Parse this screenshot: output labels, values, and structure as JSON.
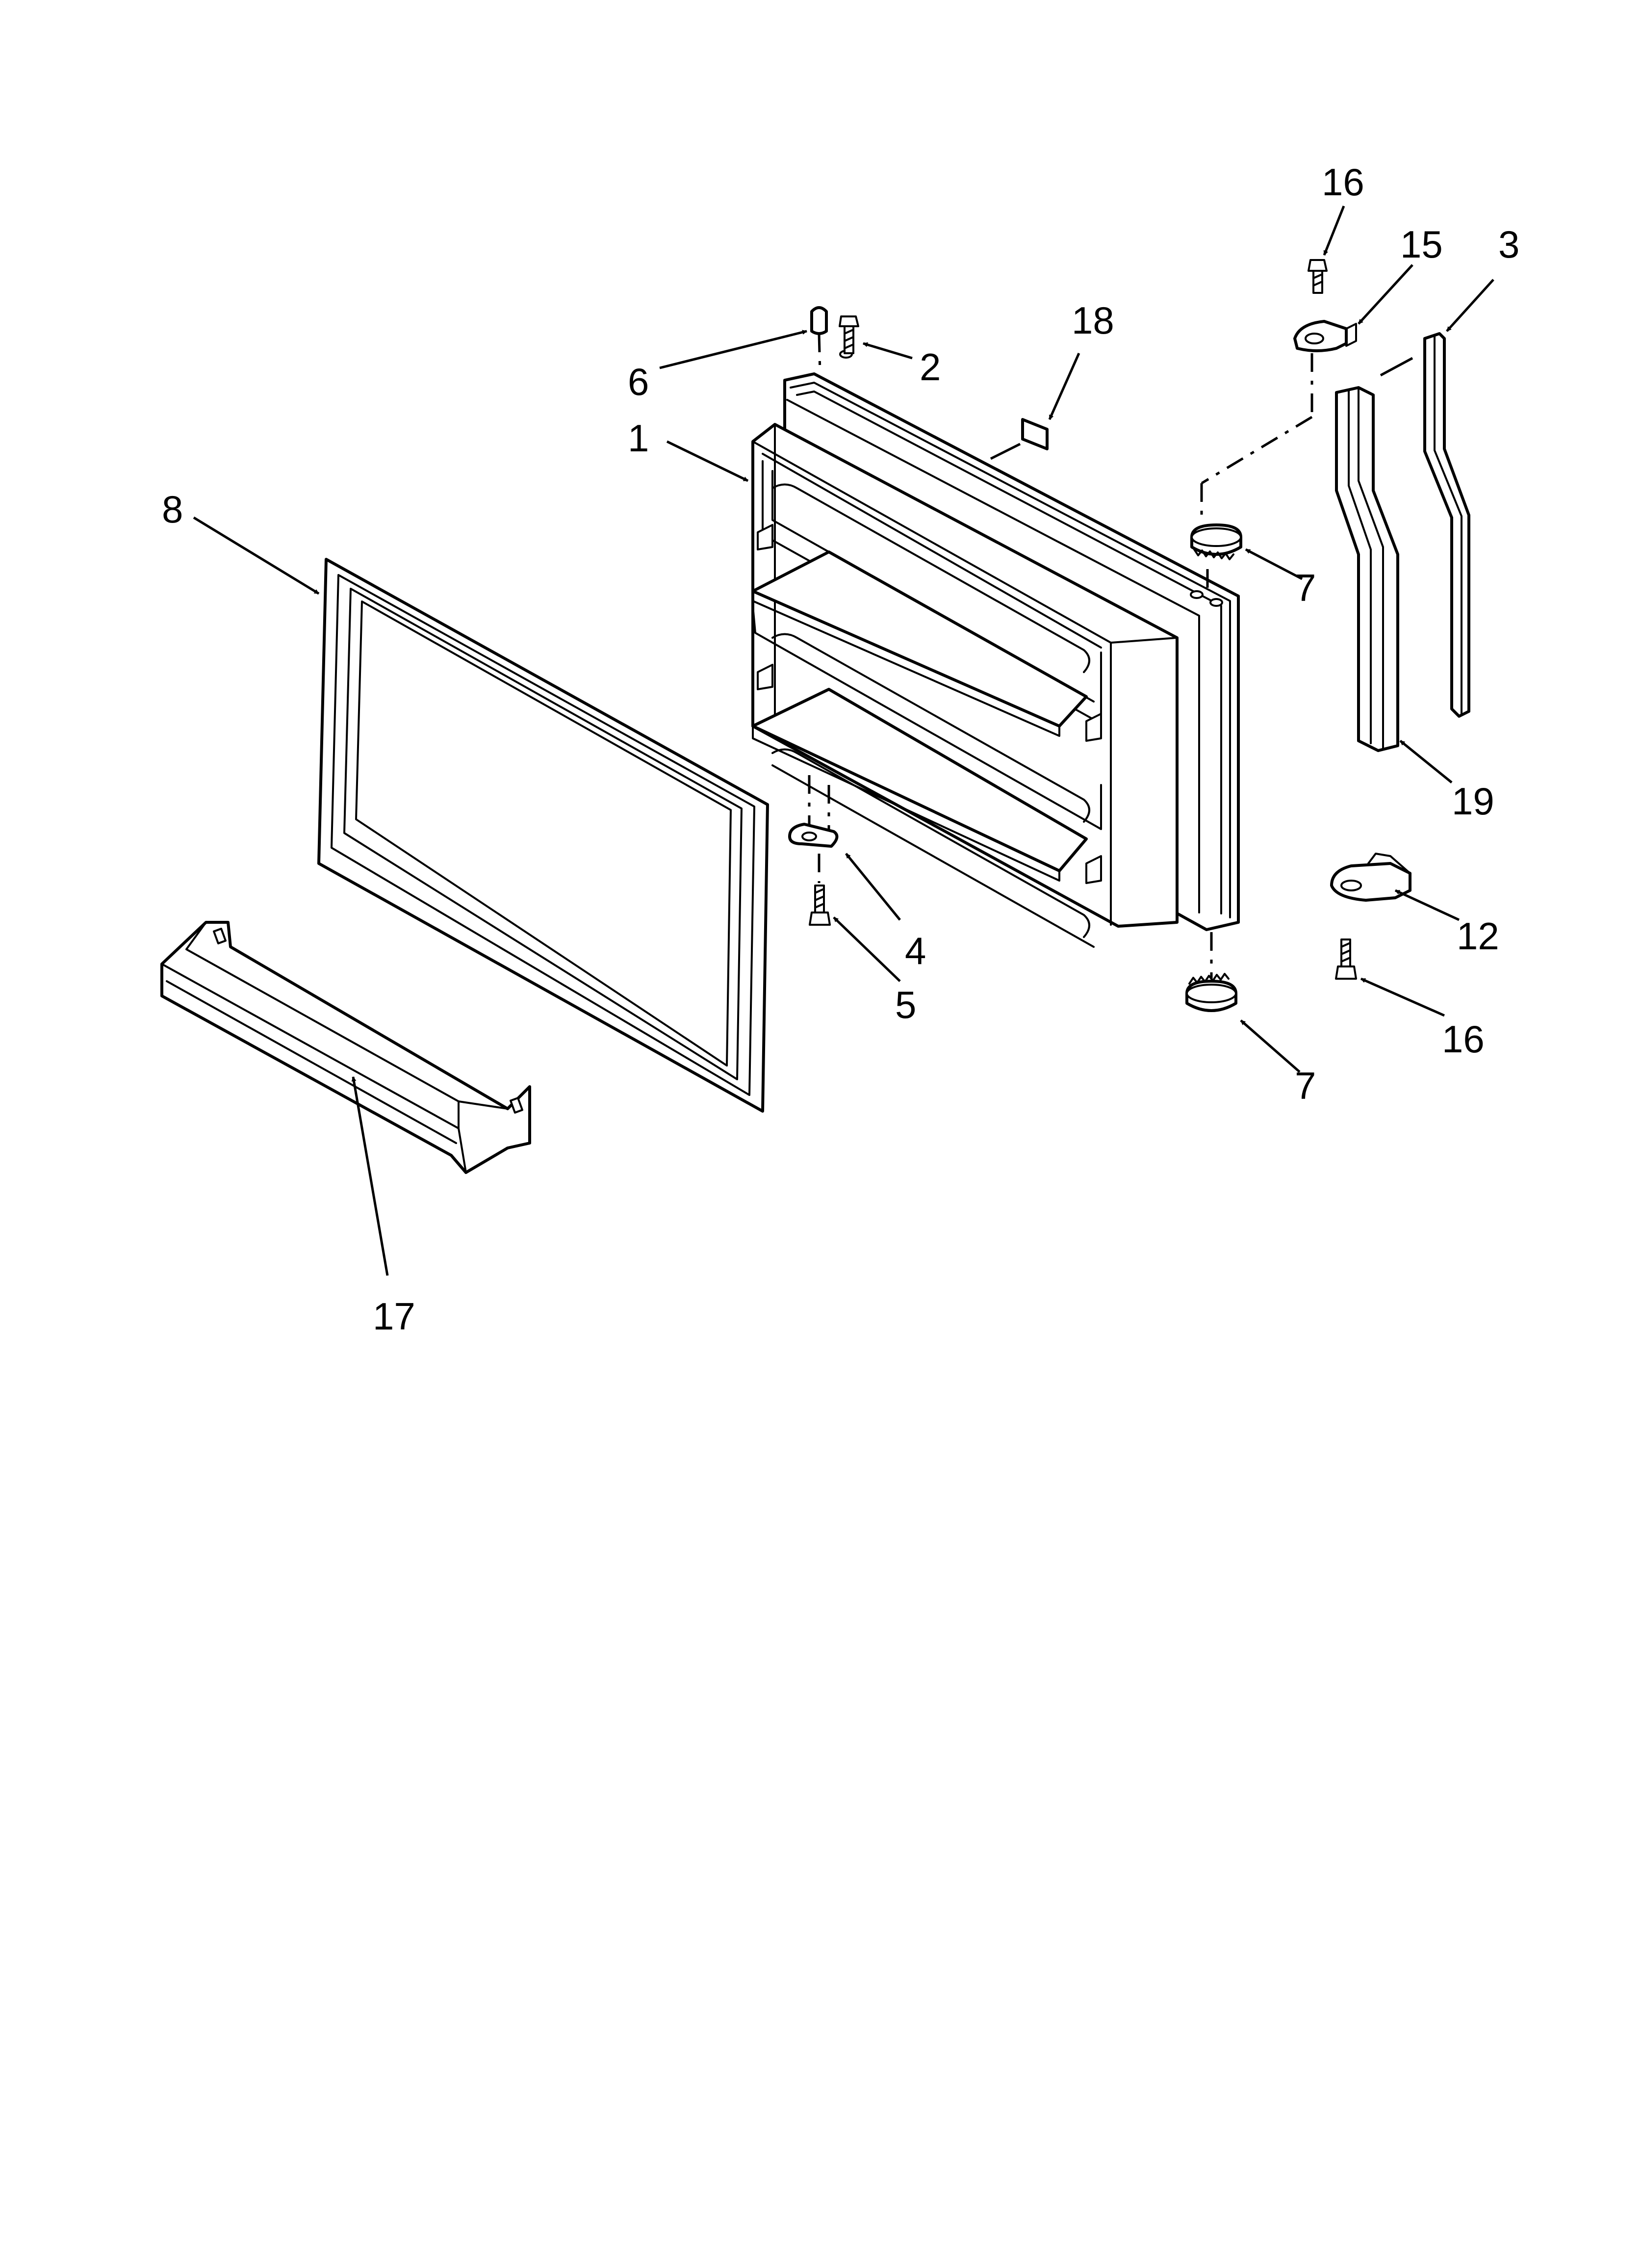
{
  "diagram": {
    "callouts": {
      "c16_top": "16",
      "c15": "15",
      "c3": "3",
      "c18": "18",
      "c6": "6",
      "c2": "2",
      "c1": "1",
      "c8": "8",
      "c7_top": "7",
      "c19": "19",
      "c4": "4",
      "c5": "5",
      "c12": "12",
      "c16_bottom": "16",
      "c7_bottom": "7",
      "c17": "17"
    }
  }
}
